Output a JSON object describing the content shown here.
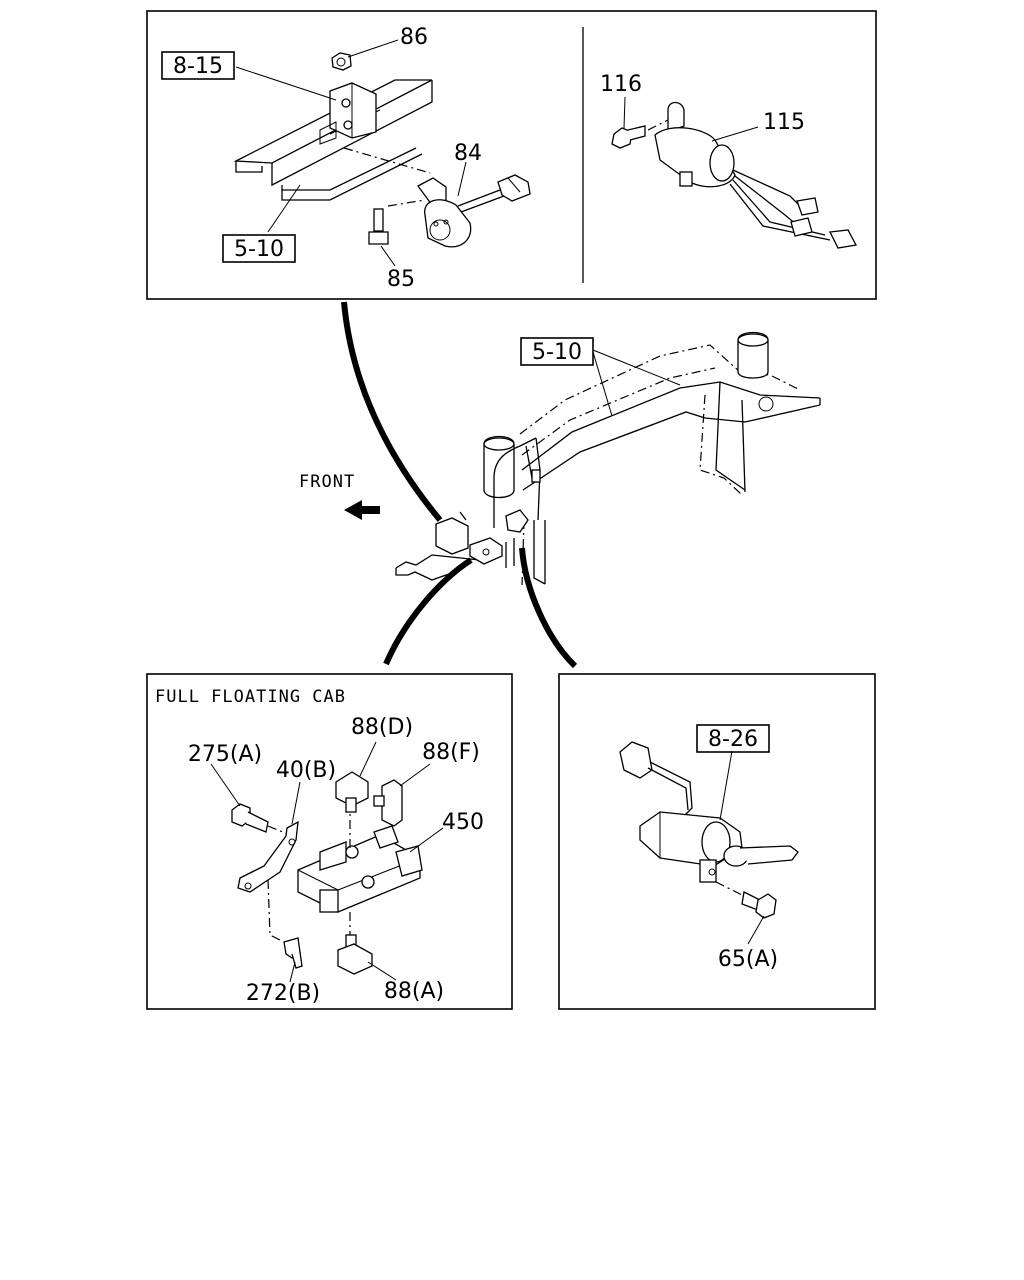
{
  "top_panel": {
    "callouts": {
      "ref_8_15": "8-15",
      "ref_5_10": "5-10",
      "p86": "86",
      "p84": "84",
      "p85": "85",
      "p116": "116",
      "p115": "115"
    }
  },
  "middle": {
    "ref_5_10": "5-10",
    "front_label": "FRONT"
  },
  "bottom_left_panel": {
    "title": "FULL FLOATING CAB",
    "callouts": {
      "p275a": "275(A)",
      "p40b": "40(B)",
      "p88d": "88(D)",
      "p88f": "88(F)",
      "p450": "450",
      "p272b": "272(B)",
      "p88a": "88(A)"
    }
  },
  "bottom_right_panel": {
    "callouts": {
      "ref_8_26": "8-26",
      "p65a": "65(A)"
    }
  }
}
